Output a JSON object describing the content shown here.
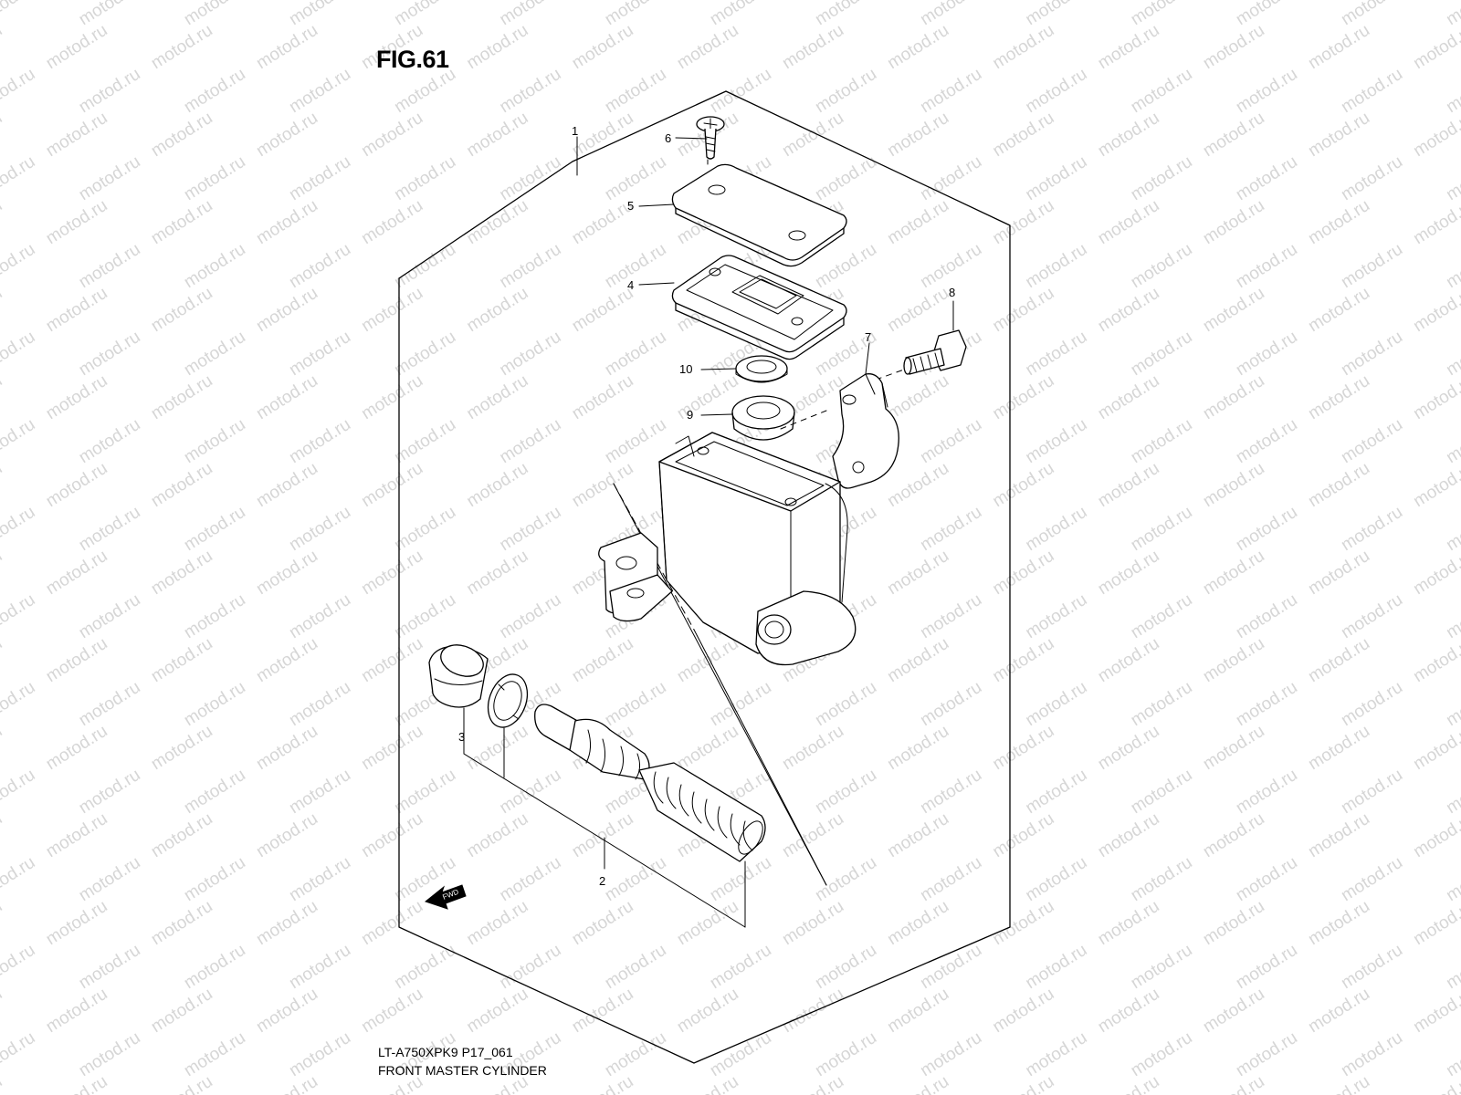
{
  "figure": {
    "title": "FIG.61",
    "model_code": "LT-A750XPK9 P17_061",
    "caption": "FRONT MASTER CYLINDER"
  },
  "watermark": {
    "text": "motod.ru",
    "color": "#d6d6d6"
  },
  "callouts": {
    "c1": "1",
    "c2": "2",
    "c3": "3",
    "c4": "4",
    "c5": "5",
    "c6": "6",
    "c7": "7",
    "c8": "8",
    "c9": "9",
    "c10": "10"
  },
  "fwd_marker": {
    "label": "FWD",
    "icon": "forward-arrow-icon"
  }
}
